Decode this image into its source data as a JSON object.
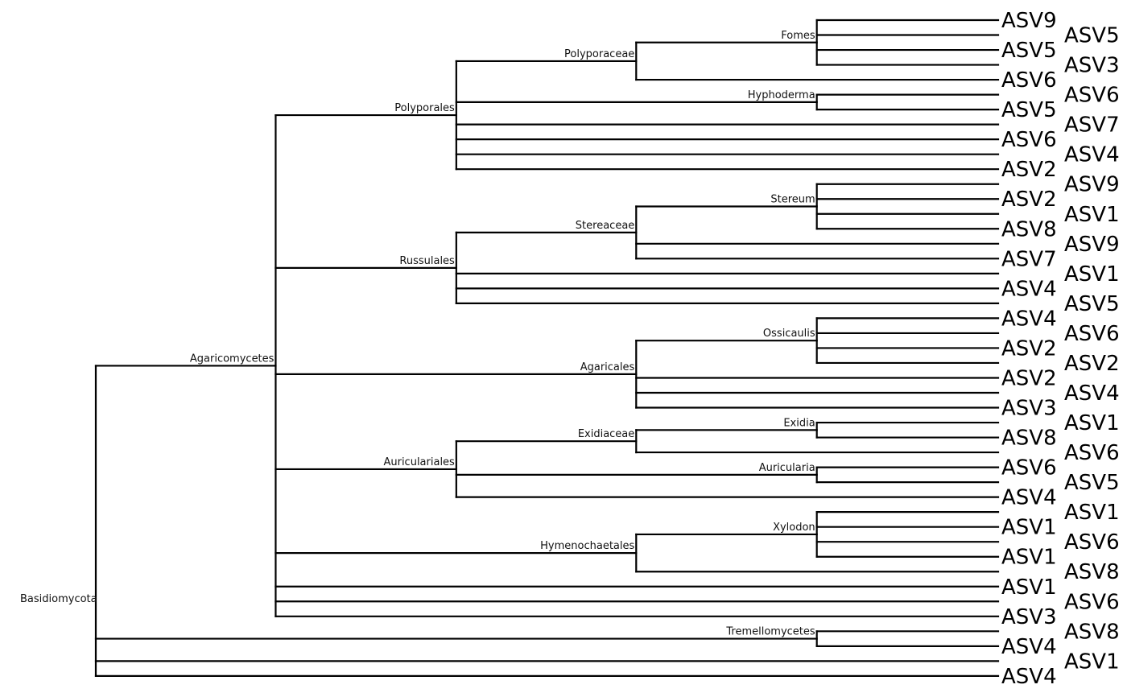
{
  "tree": {
    "label": "Basidiomycota",
    "children": [
      {
        "label": "Agaricomycetes",
        "children": [
          {
            "label": "Polyporales",
            "children": [
              {
                "label": "Polyporaceae",
                "children": [
                  {
                    "label": "Fomes",
                    "children": [
                      {
                        "tip": "ASV9"
                      },
                      {
                        "tip": "ASV5"
                      },
                      {
                        "tip": "ASV5"
                      },
                      {
                        "tip": "ASV3"
                      }
                    ]
                  },
                  {
                    "tip": "ASV6"
                  }
                ]
              },
              {
                "label": "Hyphoderma",
                "skip": 1,
                "children": [
                  {
                    "tip": "ASV6"
                  },
                  {
                    "tip": "ASV5"
                  }
                ]
              },
              {
                "tip": "ASV7"
              },
              {
                "tip": "ASV6"
              },
              {
                "tip": "ASV4"
              },
              {
                "tip": "ASV2"
              }
            ]
          },
          {
            "label": "Russulales",
            "children": [
              {
                "label": "Stereaceae",
                "children": [
                  {
                    "label": "Stereum",
                    "children": [
                      {
                        "tip": "ASV9"
                      },
                      {
                        "tip": "ASV2"
                      },
                      {
                        "tip": "ASV1"
                      },
                      {
                        "tip": "ASV8"
                      }
                    ]
                  },
                  {
                    "tip": "ASV9"
                  },
                  {
                    "tip": "ASV7"
                  }
                ]
              },
              {
                "tip": "ASV1"
              },
              {
                "tip": "ASV4"
              },
              {
                "tip": "ASV5"
              }
            ]
          },
          {
            "label": "Agaricales",
            "skip": 1,
            "children": [
              {
                "label": "Ossicaulis",
                "children": [
                  {
                    "tip": "ASV4"
                  },
                  {
                    "tip": "ASV6"
                  },
                  {
                    "tip": "ASV2"
                  },
                  {
                    "tip": "ASV2"
                  }
                ]
              },
              {
                "tip": "ASV2"
              },
              {
                "tip": "ASV4"
              },
              {
                "tip": "ASV3"
              }
            ]
          },
          {
            "label": "Auriculariales",
            "children": [
              {
                "label": "Exidiaceae",
                "children": [
                  {
                    "label": "Exidia",
                    "children": [
                      {
                        "tip": "ASV1"
                      },
                      {
                        "tip": "ASV8"
                      }
                    ]
                  },
                  {
                    "tip": "ASV6"
                  }
                ]
              },
              {
                "label": "Auricularia",
                "skip": 1,
                "children": [
                  {
                    "tip": "ASV6"
                  },
                  {
                    "tip": "ASV5"
                  }
                ]
              },
              {
                "tip": "ASV4"
              }
            ]
          },
          {
            "label": "Hymenochaetales",
            "skip": 1,
            "children": [
              {
                "label": "Xylodon",
                "children": [
                  {
                    "tip": "ASV1"
                  },
                  {
                    "tip": "ASV1"
                  },
                  {
                    "tip": "ASV6"
                  },
                  {
                    "tip": "ASV1"
                  }
                ]
              },
              {
                "tip": "ASV8"
              }
            ]
          },
          {
            "tip": "ASV1"
          },
          {
            "tip": "ASV6"
          },
          {
            "tip": "ASV3"
          }
        ]
      },
      {
        "label": "Tremellomycetes",
        "skip": 3,
        "children": [
          {
            "tip": "ASV8"
          },
          {
            "tip": "ASV4"
          }
        ]
      },
      {
        "tip": "ASV1"
      },
      {
        "tip": "ASV4"
      }
    ]
  },
  "colors": {
    "line": "#000000",
    "text": "#000000"
  }
}
